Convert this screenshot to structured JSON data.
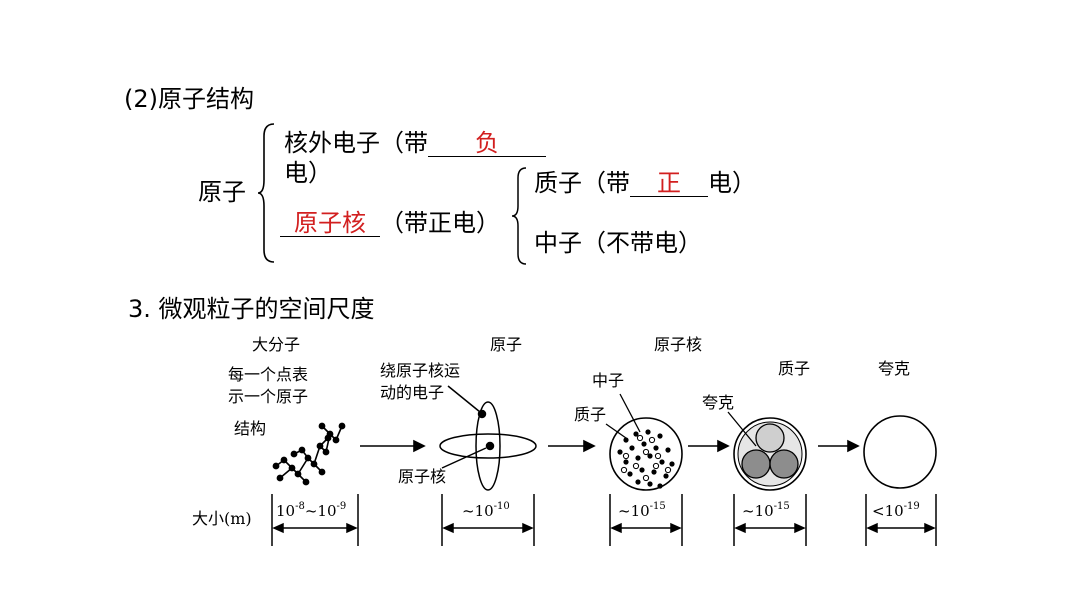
{
  "section2": {
    "title": "(2)原子结构",
    "atom_label": "原子",
    "electron": {
      "prefix": "核外电子（带",
      "answer": "负",
      "suffix": "电）"
    },
    "nucleus": {
      "answer": "原子核",
      "suffix": "（带正电）"
    },
    "proton": {
      "prefix": "质子（带",
      "answer": "正",
      "suffix": "电）"
    },
    "neutron": "中子（不带电）"
  },
  "section3": {
    "title": "3. 微观粒子的空间尺度",
    "figure": {
      "col_labels": [
        "大分子",
        "原子",
        "原子核",
        "质子",
        "夸克"
      ],
      "macro_note": [
        "每一个点表",
        "示一个原子",
        "结构"
      ],
      "electron_note": [
        "绕原子核运",
        "动的电子"
      ],
      "nucleus_note": "原子核",
      "neutron_note": "中子",
      "proton_note": "质子",
      "quark_note": "夸克",
      "size_label": "大小(m)",
      "sizes": [
        {
          "prefix": "10",
          "sup1": "-8",
          "mid": "~10",
          "sup2": "-9"
        },
        {
          "prefix": "~10",
          "sup1": "-10"
        },
        {
          "prefix": "~10",
          "sup1": "-15"
        },
        {
          "prefix": "~10",
          "sup1": "-15"
        },
        {
          "prefix": "<10",
          "sup1": "-19"
        }
      ]
    }
  }
}
